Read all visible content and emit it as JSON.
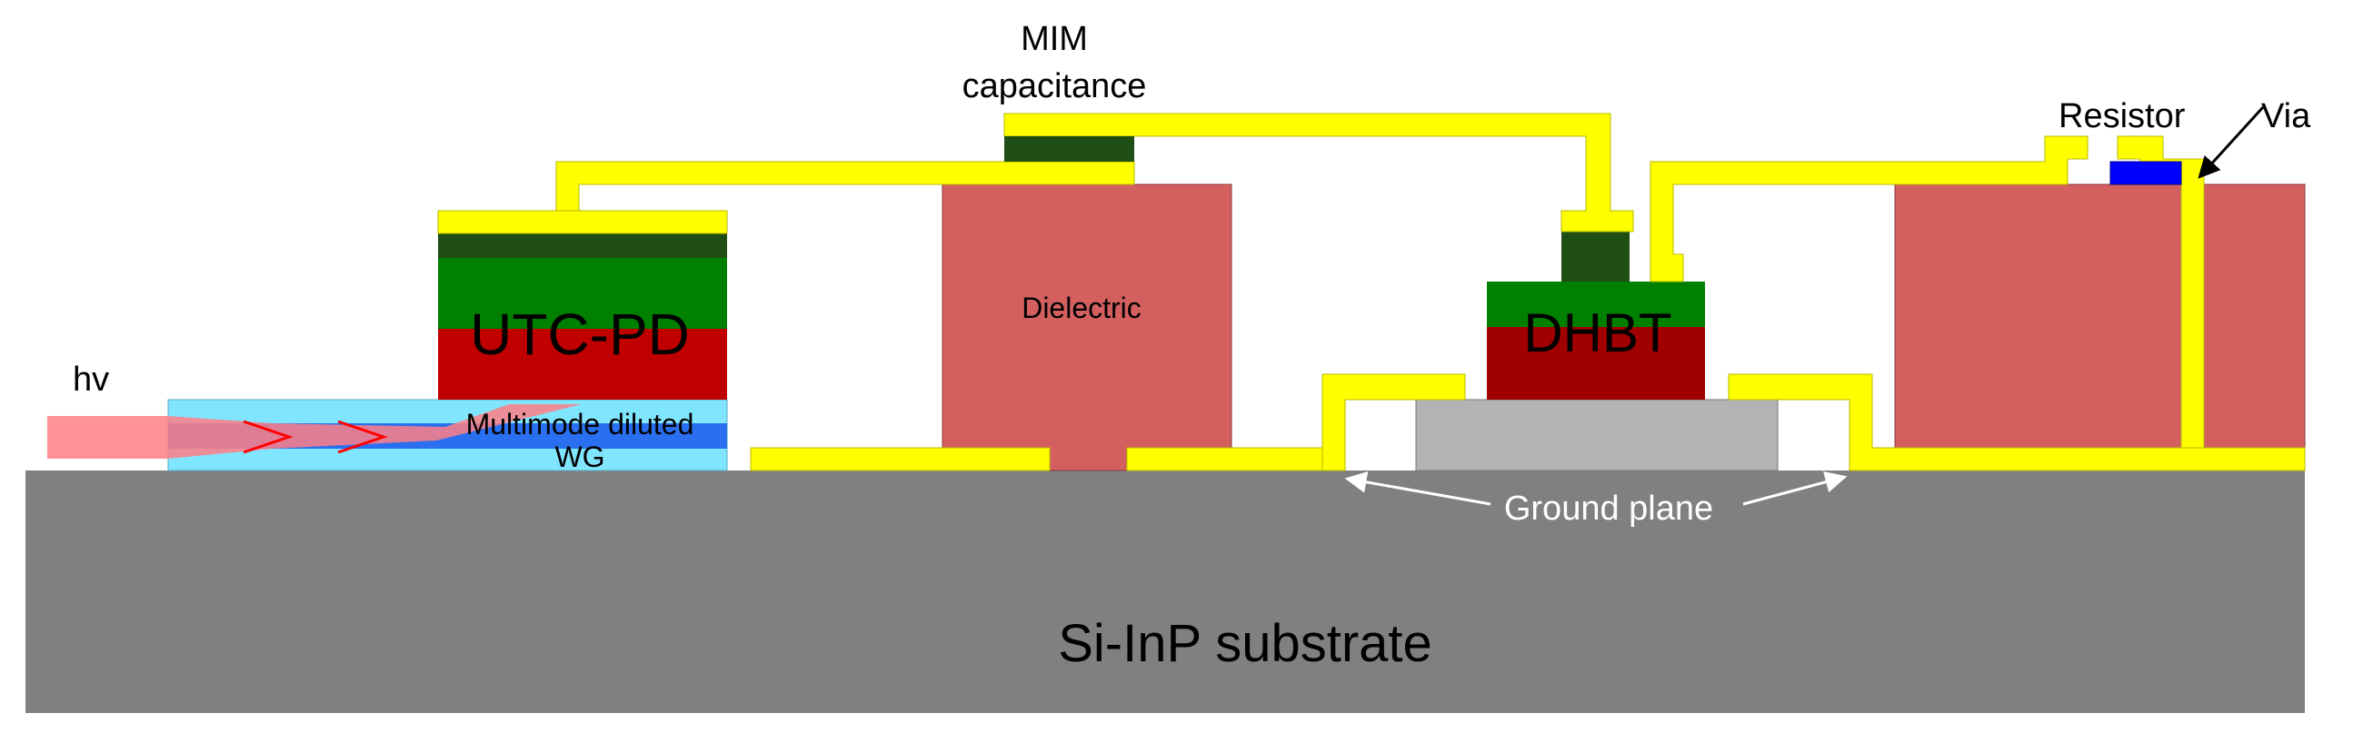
{
  "labels": {
    "mim": [
      "MIM",
      "capacitance"
    ],
    "resistor": "Resistor",
    "via": "Via",
    "hv": "hv",
    "utc_pd": "UTC-PD",
    "dielectric": "Dielectric",
    "dhbt": "DHBT",
    "waveguide": [
      "Multimode diluted",
      "WG"
    ],
    "ground_plane": "Ground plane",
    "substrate": "Si-InP substrate"
  },
  "colors": {
    "substrate": "#808080",
    "metal": "#ffff00",
    "dielectric": "#d35f5f",
    "green": "#008000",
    "dark_green": "#1f4f14",
    "red": "#c00000",
    "dark_red": "#a00000",
    "waveguide_light": "#80e5ff",
    "waveguide_core": "#2a6ff0",
    "beam": "#ff7f86",
    "ground_plane_block": "#b3b3b3",
    "resistor": "#0000ff",
    "arrow_red": "#ff0000"
  }
}
